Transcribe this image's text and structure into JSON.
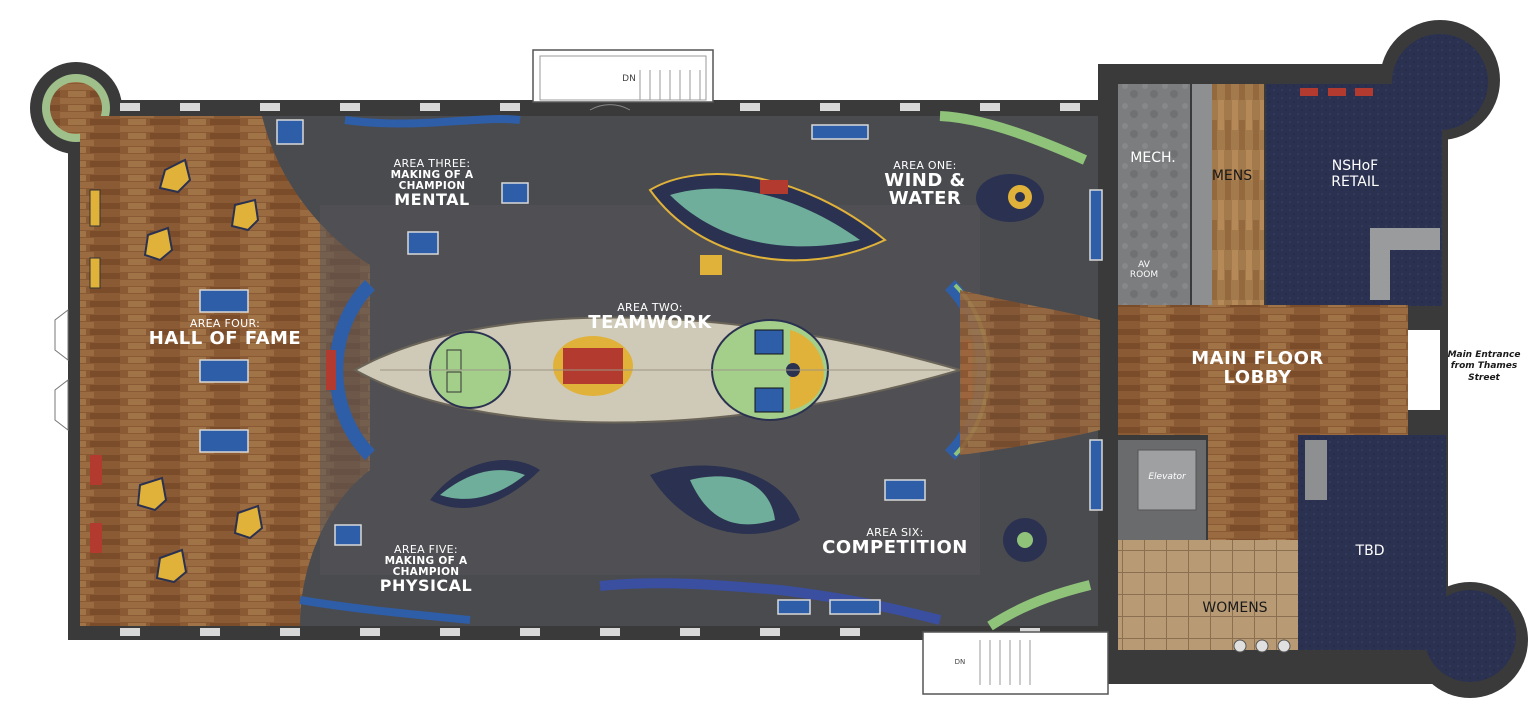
{
  "areas": {
    "one": {
      "prefix": "AREA ONE:",
      "name": "WIND & WATER",
      "line1": "WIND &",
      "line2": "WATER"
    },
    "two": {
      "prefix": "AREA TWO:",
      "name": "TEAMWORK"
    },
    "three": {
      "prefix": "AREA THREE:",
      "sub1": "MAKING OF A",
      "sub2": "CHAMPION",
      "name": "MENTAL"
    },
    "four": {
      "prefix": "AREA FOUR:",
      "name": "HALL OF FAME"
    },
    "five": {
      "prefix": "AREA FIVE:",
      "sub1": "MAKING OF A",
      "sub2": "CHAMPION",
      "name": "PHYSICAL"
    },
    "six": {
      "prefix": "AREA SIX:",
      "name": "COMPETITION"
    }
  },
  "rooms": {
    "mech": "MECH.",
    "av_line1": "AV",
    "av_line2": "ROOM",
    "mens": "MENS",
    "retail_line1": "NSHoF",
    "retail_line2": "RETAIL",
    "lobby_line1": "MAIN FLOOR",
    "lobby_line2": "LOBBY",
    "elevator": "Elevator",
    "tbd": "TBD",
    "womens": "WOMENS"
  },
  "entrance": {
    "line1": "Main Entrance",
    "line2": "from Thames",
    "line3": "Street"
  },
  "stairs": {
    "top": "DN",
    "bottom": "DN"
  },
  "colors": {
    "wall": "#3a3a3a",
    "floor_dark": "#4a4b4f",
    "wood": "#8a5a34",
    "navy": "#2b3150",
    "accent_blue": "#2e5ea8",
    "accent_yellow": "#e0b23a",
    "accent_green": "#8fc37a",
    "accent_red": "#b23a2e",
    "boat_hull": "#cfc9b8"
  }
}
